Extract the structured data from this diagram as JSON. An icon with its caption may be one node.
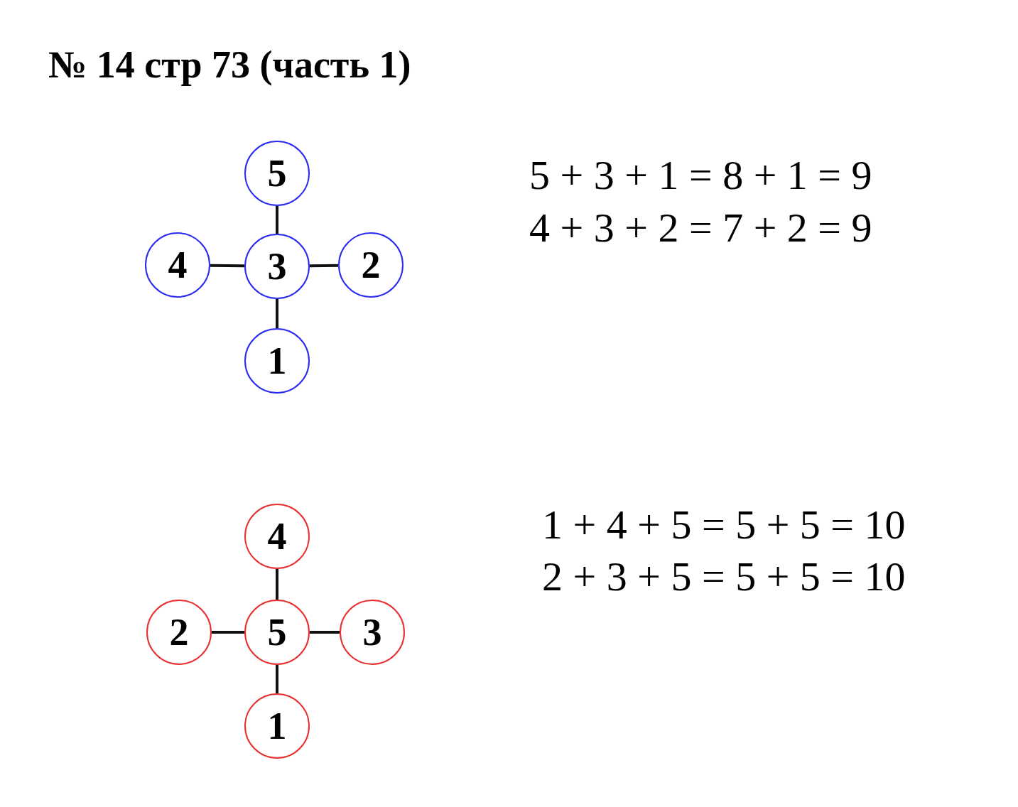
{
  "diagram": {
    "title": "№ 14 стр 73 (часть 1)",
    "nodes": [
      {
        "text": [
          "5"
        ]
      },
      {
        "text": [
          "4"
        ]
      },
      {
        "text": [
          "3"
        ]
      },
      {
        "text": [
          "2"
        ]
      },
      {
        "text": [
          "1"
        ]
      },
      {
        "text": [
          "4"
        ]
      },
      {
        "text": [
          "2"
        ]
      },
      {
        "text": [
          "5"
        ]
      },
      {
        "text": [
          "3"
        ]
      },
      {
        "text": [
          "1"
        ]
      }
    ],
    "edges": [
      {
        "from": 0,
        "to": 2,
        "arrow": "none"
      },
      {
        "from": 1,
        "to": 2,
        "arrow": "none"
      },
      {
        "from": 2,
        "to": 3,
        "arrow": "none"
      },
      {
        "from": 2,
        "to": 4,
        "arrow": "none"
      },
      {
        "from": 5,
        "to": 7,
        "arrow": "none"
      },
      {
        "from": 6,
        "to": 7,
        "arrow": "none"
      },
      {
        "from": 7,
        "to": 8,
        "arrow": "none"
      },
      {
        "from": 7,
        "to": 9,
        "arrow": "none"
      }
    ],
    "labels": [
      "5 + 3 + 1 = 8 + 1 = 9",
      "4 + 3 + 2 = 7 + 2 = 9",
      "1 + 4 + 5 = 5 + 5 = 10",
      "2 + 3 + 5 = 5 + 5 = 10"
    ]
  }
}
